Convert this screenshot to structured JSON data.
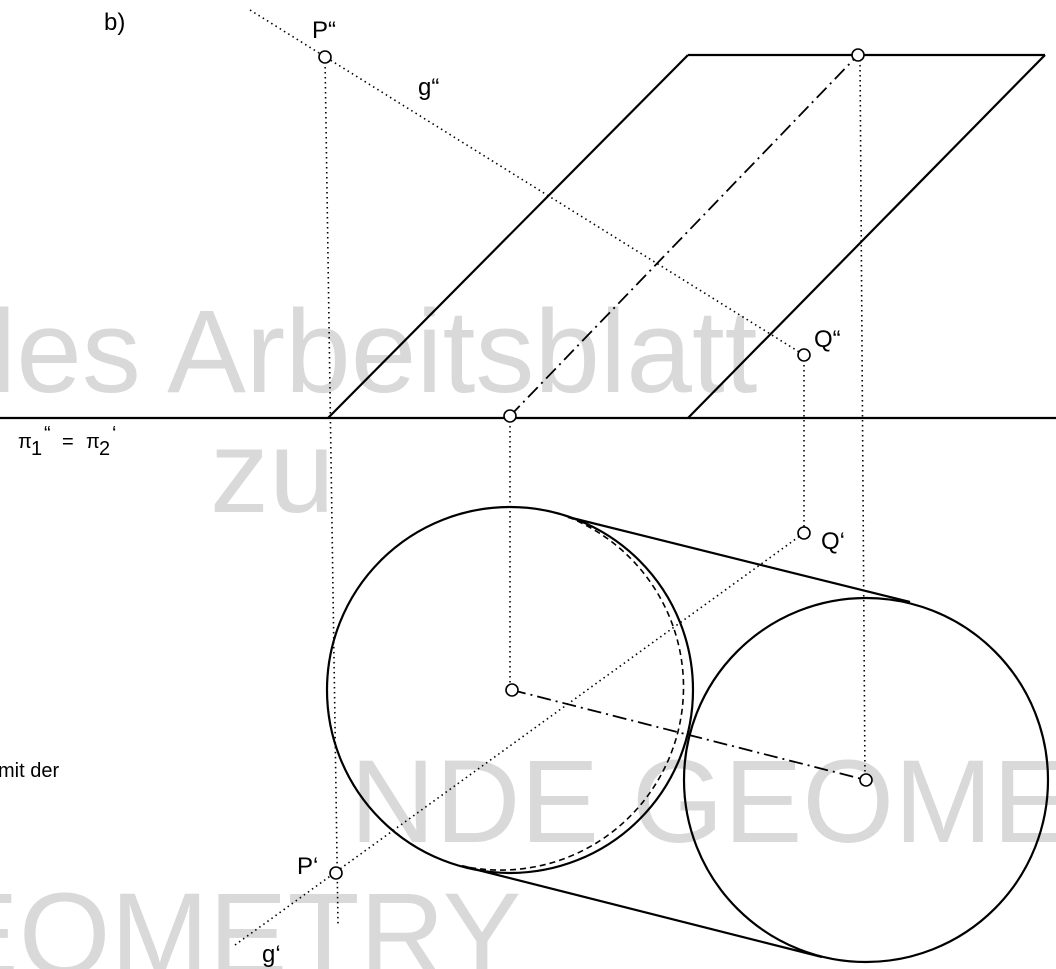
{
  "part_label": "b)",
  "watermarks": {
    "line1": "les Arbeitsblatt",
    "line2": "zu",
    "line3": "NDE GEOMETRIE",
    "line4": "EOMETRY"
  },
  "side_text": "mit der",
  "labels": {
    "p2": "P“",
    "g2": "g“",
    "q2": "Q“",
    "q1": "Q‘",
    "p1": "P‘",
    "g1": "g‘",
    "axis_pi1": "π",
    "axis_sub1": "1",
    "axis_mark1": "“",
    "axis_eq": "=",
    "axis_pi2": "π",
    "axis_sub2": "2",
    "axis_mark2": "‘"
  }
}
